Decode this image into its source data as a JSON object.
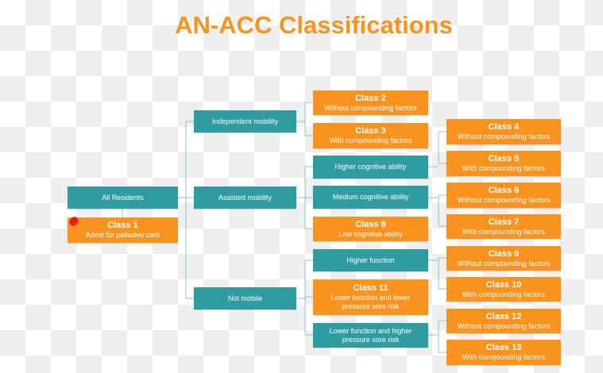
{
  "title": "AN-ACC Classifications",
  "nodes": {
    "all_residents": "All Residents",
    "independent_mobility": "Independent mobility",
    "assisted_mobility": "Assisted mobility",
    "not_mobile": "Not mobile",
    "higher_cognitive": "Higher cognitive ability",
    "medium_cognitive": "Medium cognitive ability",
    "higher_function": "Higher function",
    "lower_function_higher_risk": "Lower function and higher pressure sore risk"
  },
  "classes": {
    "c1": {
      "name": "Class 1",
      "desc": "Admit for palliative care"
    },
    "c2": {
      "name": "Class 2",
      "desc": "Without compounding factors"
    },
    "c3": {
      "name": "Class 3",
      "desc": "With compounding factors"
    },
    "c4": {
      "name": "Class 4",
      "desc": "Without compounding factors"
    },
    "c5": {
      "name": "Class 5",
      "desc": "With compounding factors"
    },
    "c6": {
      "name": "Class 6",
      "desc": "Without compounding factors"
    },
    "c7": {
      "name": "Class 7",
      "desc": "With compounding factors"
    },
    "c8": {
      "name": "Class 8",
      "desc": "Low cognitive ability"
    },
    "c9": {
      "name": "Class 9",
      "desc": "Without compounding factors"
    },
    "c10": {
      "name": "Class 10",
      "desc": "With compounding factors"
    },
    "c11": {
      "name": "Class 11",
      "desc": "Lower function and lower pressure sore risk"
    },
    "c12": {
      "name": "Class 12",
      "desc": "Without compounding factors"
    },
    "c13": {
      "name": "Class 13",
      "desc": "With compounding factors"
    }
  },
  "colors": {
    "teal": "#2e9ca0",
    "orange": "#f7931e",
    "connector": "#8cc7c9"
  }
}
